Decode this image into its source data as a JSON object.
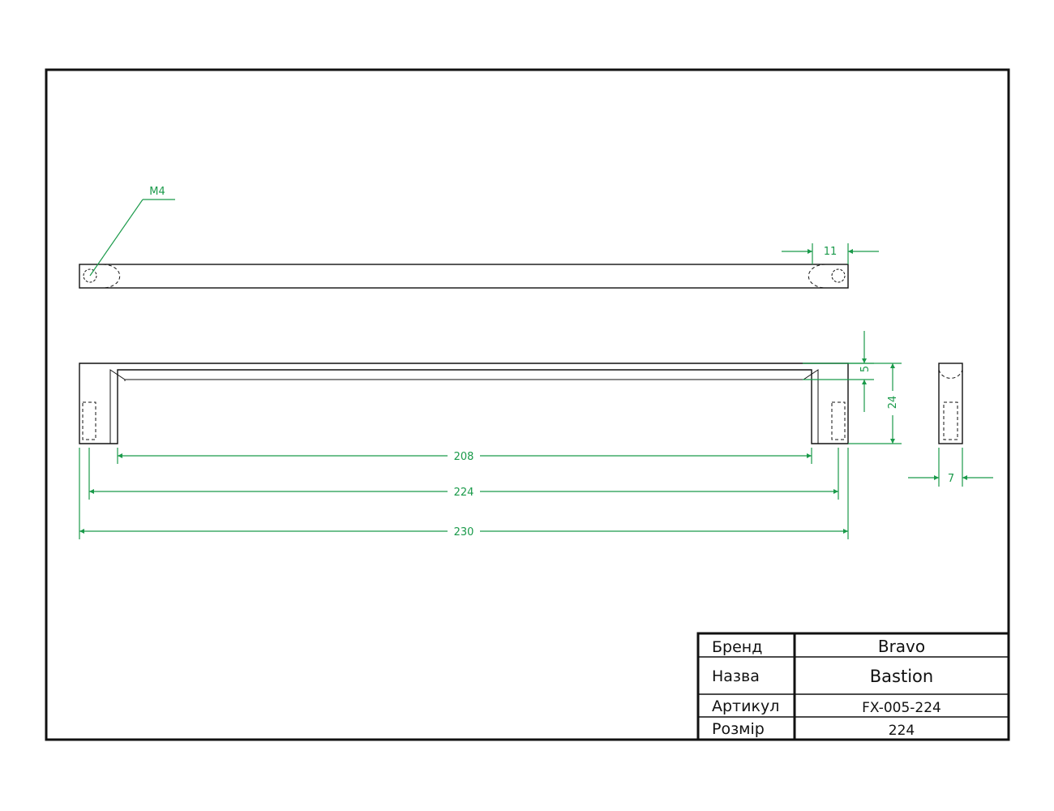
{
  "drawing": {
    "line_color": "#111111",
    "dimension_color": "#1a9a4a",
    "callout": {
      "label": "M4"
    },
    "dimensions": {
      "hole_offset": "11",
      "wall_thickness": "5",
      "height": "24",
      "inner_length": "208",
      "center_to_center": "224",
      "overall_length": "230",
      "width": "7"
    }
  },
  "title_block": {
    "rows": [
      {
        "label": "Бренд",
        "value": "Bravo"
      },
      {
        "label": "Назва",
        "value": "Bastion"
      },
      {
        "label": "Артикул",
        "value": "FX-005-224"
      },
      {
        "label": "Розмір",
        "value": "224"
      }
    ]
  }
}
